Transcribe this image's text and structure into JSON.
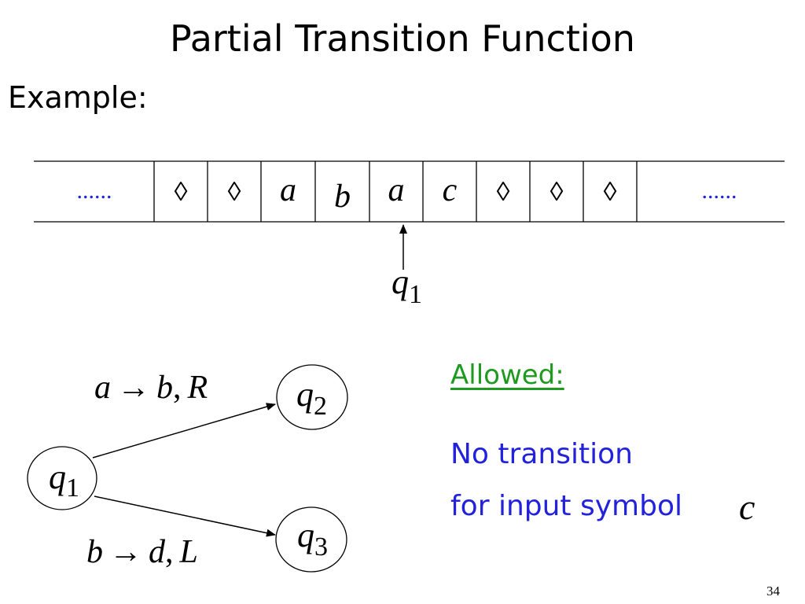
{
  "title": "Partial Transition Function",
  "example_label": "Example:",
  "tape": {
    "left_ellipsis": "......",
    "right_ellipsis": "......",
    "cells": [
      "◊",
      "◊",
      "a",
      "b",
      "a",
      "c",
      "◊",
      "◊",
      "◊"
    ],
    "head_state": {
      "sym": "q",
      "sub": "1"
    }
  },
  "diagram": {
    "states": [
      {
        "sym": "q",
        "sub": "1"
      },
      {
        "sym": "q",
        "sub": "2"
      },
      {
        "sym": "q",
        "sub": "3"
      }
    ],
    "transitions": [
      {
        "read": "a",
        "write": "b",
        "move": "R"
      },
      {
        "read": "b",
        "write": "d",
        "move": "L"
      }
    ],
    "arrow_symbol": "→"
  },
  "note": {
    "heading": "Allowed:",
    "line1": "No transition",
    "line2": "for input symbol",
    "symbol": "c"
  },
  "page_number": "34"
}
